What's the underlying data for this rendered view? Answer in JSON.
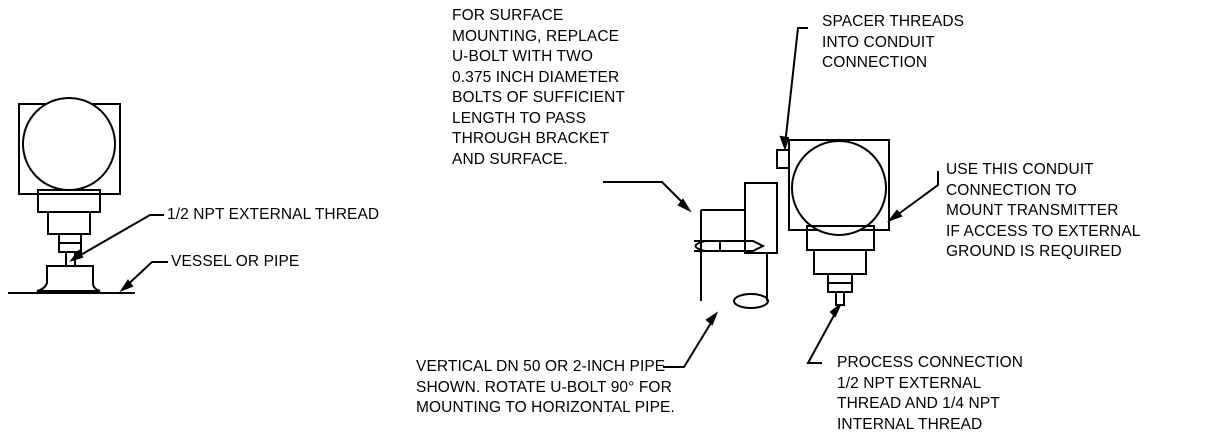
{
  "labels": {
    "surface_mounting": [
      "FOR SURFACE",
      "MOUNTING, REPLACE",
      "U-BOLT WITH TWO",
      "0.375 INCH DIAMETER",
      "BOLTS OF SUFFICIENT",
      "LENGTH TO PASS",
      "THROUGH BRACKET",
      "AND SURFACE."
    ],
    "spacer_threads": [
      "SPACER THREADS",
      "INTO CONDUIT",
      "CONNECTION"
    ],
    "conduit_connection": [
      "USE THIS CONDUIT",
      "CONNECTION TO",
      "MOUNT TRANSMITTER",
      "IF ACCESS TO EXTERNAL",
      "GROUND IS REQUIRED"
    ],
    "external_thread": "1/2 NPT EXTERNAL THREAD",
    "vessel_pipe": "VESSEL OR PIPE",
    "vertical_pipe": [
      "VERTICAL DN 50 OR 2-INCH PIPE",
      "SHOWN. ROTATE U-BOLT 90° FOR",
      "MOUNTING TO HORIZONTAL PIPE."
    ],
    "process_connection": [
      "PROCESS CONNECTION",
      "1/2 NPT EXTERNAL",
      "THREAD AND 1/4 NPT",
      "INTERNAL THREAD"
    ]
  }
}
